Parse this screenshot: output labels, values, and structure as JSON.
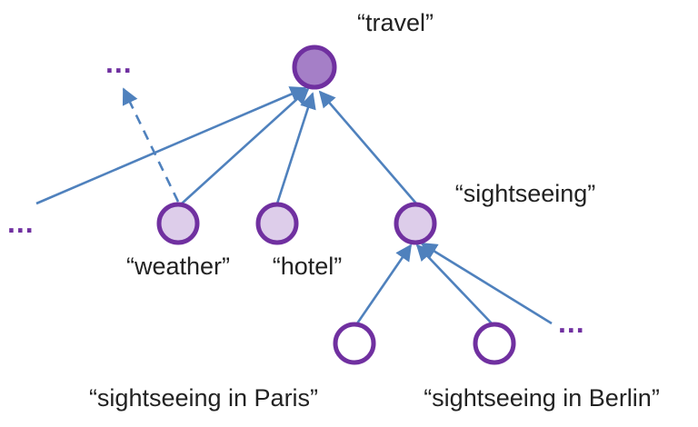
{
  "nodes": {
    "travel": {
      "label": "“travel”"
    },
    "weather": {
      "label": "“weather”"
    },
    "hotel": {
      "label": "“hotel”"
    },
    "sightseeing": {
      "label": "“sightseeing”"
    },
    "paris": {
      "label": "“sightseeing in Paris”"
    },
    "berlin": {
      "label": "“sightseeing in Berlin”"
    }
  },
  "ellipsis": {
    "top_left": "...",
    "left": "...",
    "right": "..."
  },
  "colors": {
    "edge": "#4f81bd",
    "node_stroke": "#7030a0",
    "root_fill": "#a57fc7",
    "child_fill": "#ddcdea",
    "leaf_fill": "#ffffff",
    "ellipsis": "#7030a0"
  }
}
